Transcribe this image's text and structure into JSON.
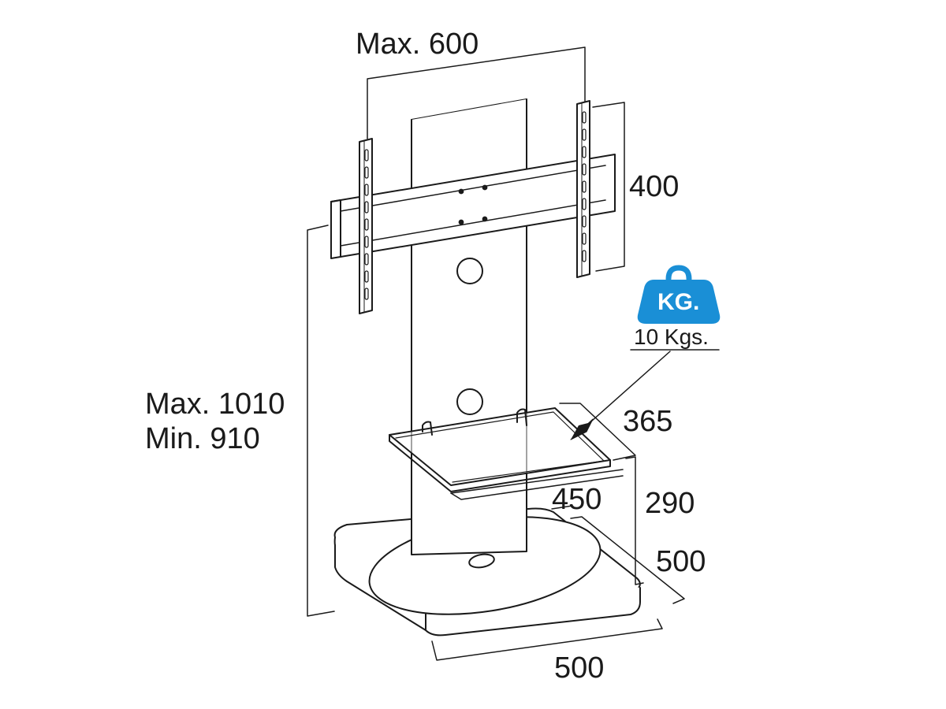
{
  "dimensions": {
    "mount_width": "Max. 600",
    "mount_height": "400",
    "height_max": "Max. 1010",
    "height_min": "Min. 910",
    "shelf_depth": "365",
    "shelf_width": "450",
    "shelf_height": "290",
    "base_depth": "500",
    "base_width": "500"
  },
  "weight_badge": {
    "icon": "weight-icon",
    "text": "KG.",
    "capacity": "10 Kgs.",
    "color": "#1a8fd6"
  },
  "colors": {
    "line": "#1a1a1a",
    "background": "#ffffff"
  }
}
